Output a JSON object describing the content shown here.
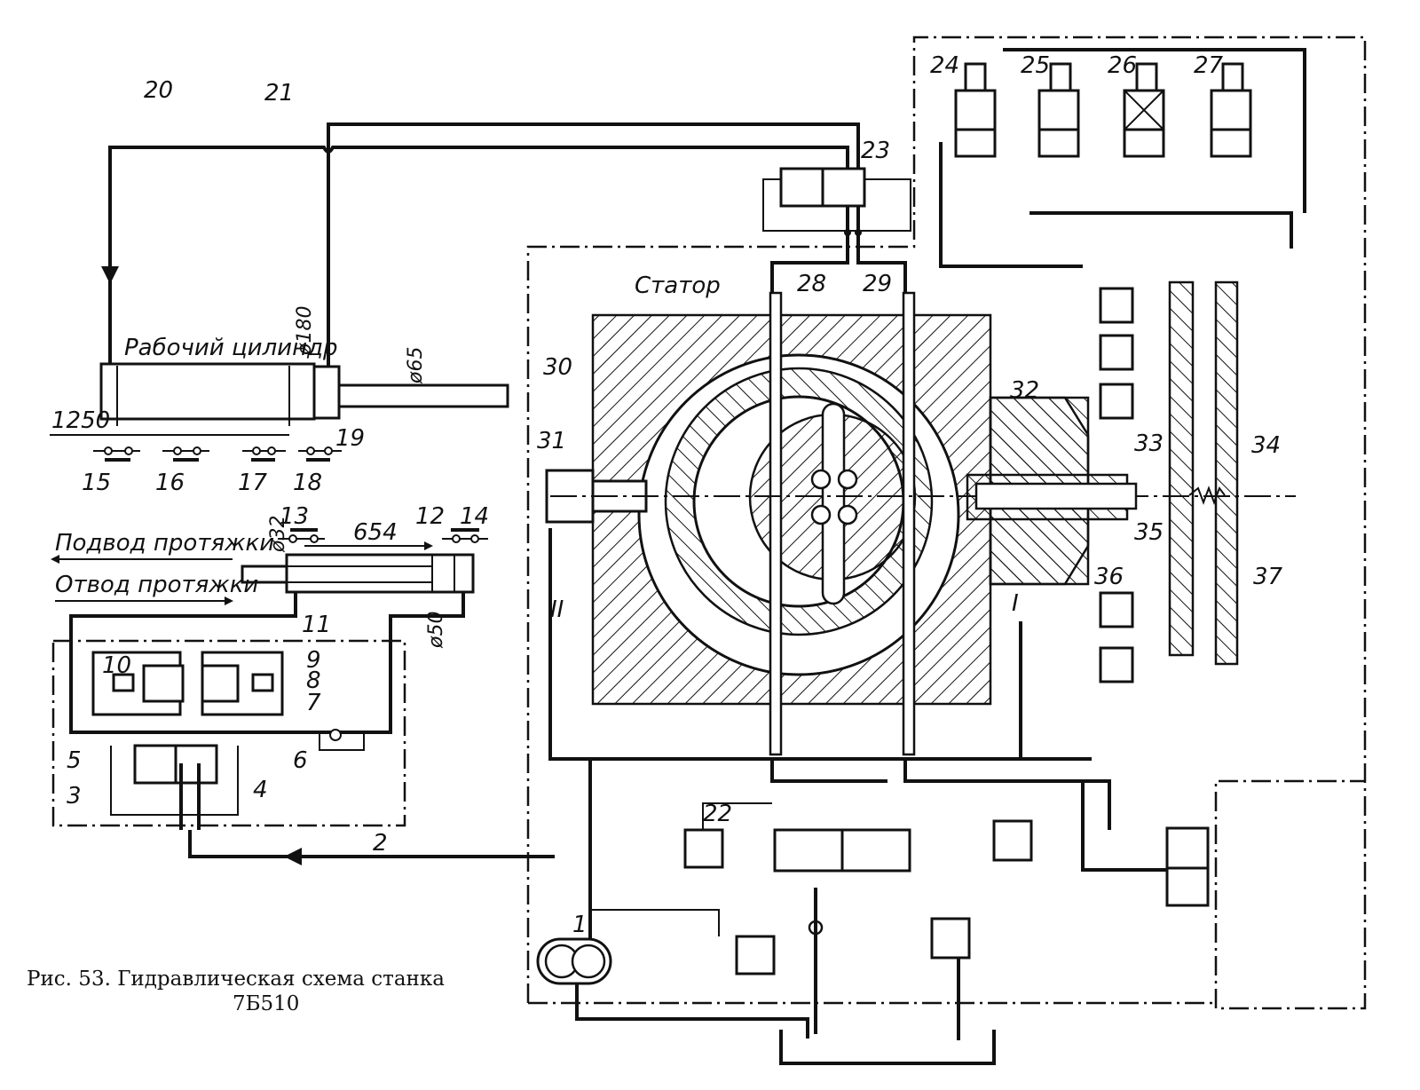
{
  "caption": {
    "line1": "Рис. 53.  Гидравлическая  схема  станка",
    "line2": "7Б510"
  },
  "labels": {
    "working_cylinder": "Рабочий цилиндр",
    "stator": "Статор",
    "approach": "Подвод протяжки",
    "retract": "Отвод протяжки",
    "d180": "ø180",
    "d65": "ø65",
    "d32": "ø32",
    "d50": "ø50",
    "len1250": "1250",
    "len654": "654",
    "roman_I": "I",
    "roman_II": "II"
  },
  "component_numbers": [
    "1",
    "2",
    "3",
    "4",
    "5",
    "6",
    "7",
    "8",
    "9",
    "10",
    "11",
    "12",
    "13",
    "14",
    "15",
    "16",
    "17",
    "18",
    "19",
    "20",
    "21",
    "22",
    "23",
    "24",
    "25",
    "26",
    "27",
    "28",
    "29",
    "30",
    "31",
    "32",
    "33",
    "34",
    "35",
    "36",
    "37"
  ],
  "components": {
    "n1": "1",
    "n2": "2",
    "n3": "3",
    "n4": "4",
    "n5": "5",
    "n6": "6",
    "n7": "7",
    "n8": "8",
    "n9": "9",
    "n10": "10",
    "n11": "11",
    "n12": "12",
    "n13": "13",
    "n14": "14",
    "n15": "15",
    "n16": "16",
    "n17": "17",
    "n18": "18",
    "n19": "19",
    "n20": "20",
    "n21": "21",
    "n22": "22",
    "n23": "23",
    "n24": "24",
    "n25": "25",
    "n26": "26",
    "n27": "27",
    "n28": "28",
    "n29": "29",
    "n30": "30",
    "n31": "31",
    "n32": "32",
    "n33": "33",
    "n34": "34",
    "n35": "35",
    "n36": "36",
    "n37": "37"
  },
  "colors": {
    "ink": "#111111",
    "paper": "#ffffff"
  }
}
